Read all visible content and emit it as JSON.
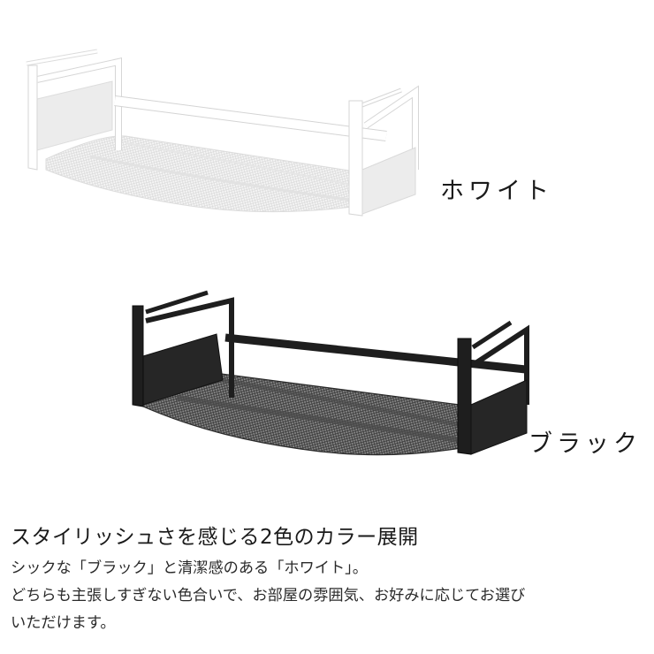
{
  "products": {
    "white": {
      "label": "ホワイト",
      "frame_color": "#ffffff",
      "outline_color": "#d6d6d6",
      "mesh_color": "#e8e8e8",
      "panel_color": "#ececec"
    },
    "black": {
      "label": "ブラック",
      "frame_color": "#1e1e1e",
      "outline_color": "#0c0c0c",
      "mesh_color": "#5a5a5a",
      "panel_color": "#262626"
    }
  },
  "copy": {
    "headline": "スタイリッシュさを感じる2色のカラー展開",
    "lines": [
      "シックな「ブラック」と清潔感のある「ホワイト」。",
      "どちらも主張しすぎない色合いで、お部屋の雰囲気、お好みに応じてお選び",
      "いただけます。"
    ]
  }
}
